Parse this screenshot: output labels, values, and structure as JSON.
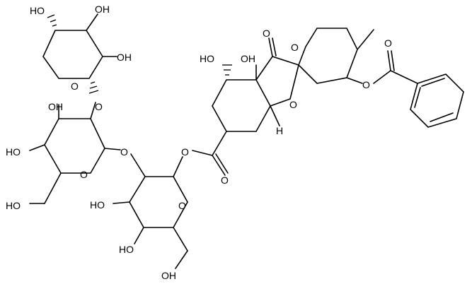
{
  "molecule": {
    "labels": {
      "ho_xyl_top_left": "HO",
      "oh_xyl_top": "OH",
      "oh_xyl_right": "OH",
      "o_xyl_ring": "O",
      "o_glyc_xyl_glc": "O",
      "oh_glc_top": "OH",
      "ho_glc_left": "HO",
      "o_glc_ring": "O",
      "ho_glc_ch2oh": "HO",
      "o_glyc_glc_glc": "O",
      "ho_glc2_left": "HO",
      "o_glc2_ring": "O",
      "ho_glc2_bottom": "HO",
      "oh_glc2_ch2oh": "OH",
      "o_ester_single": "O",
      "o_ester_double": "O",
      "ho_cyclohexane": "HO",
      "oh_ring_junction": "OH",
      "h_ring_junction": "H",
      "o_furanone_ring": "O",
      "o_ketone": "O",
      "o_pyran_ring": "O",
      "o_benzoate_single": "O",
      "o_benzoate_double": "O"
    }
  }
}
